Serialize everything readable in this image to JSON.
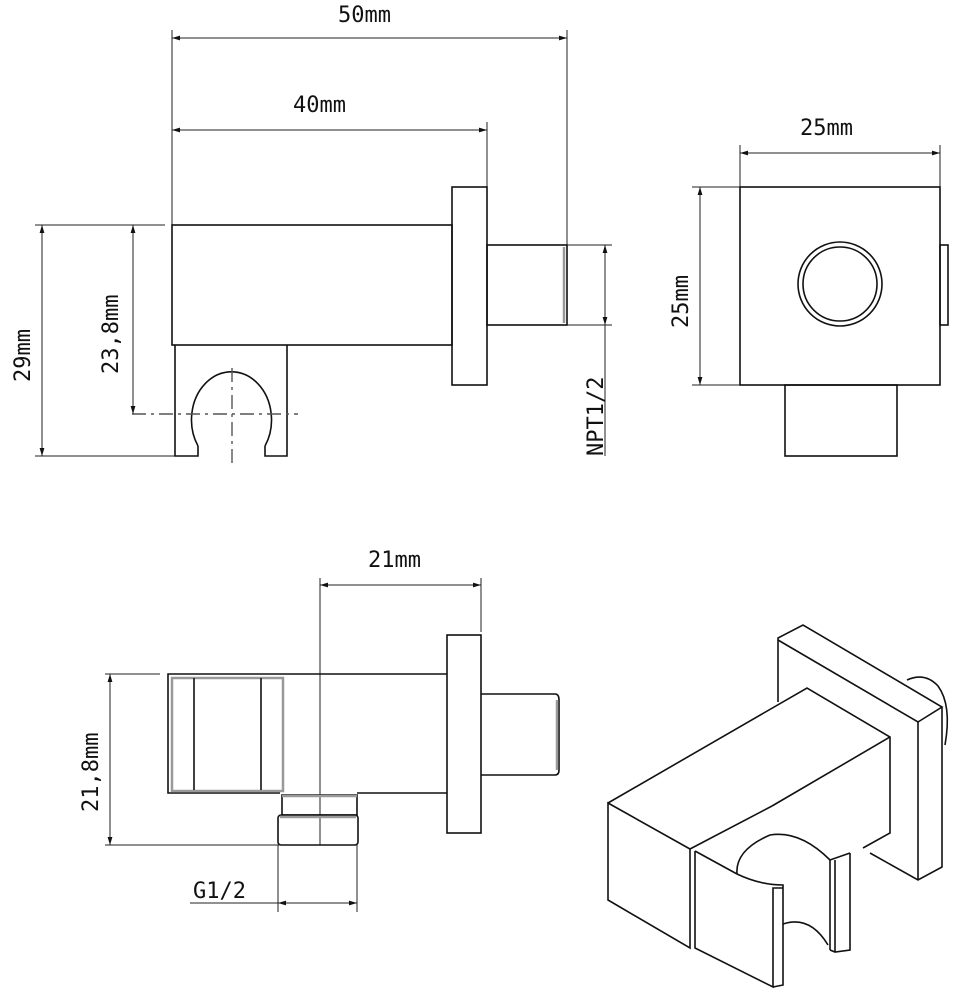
{
  "views": {
    "side_view": {
      "dim_total_length": "50mm",
      "dim_body_length": "40mm",
      "dim_total_height": "29mm",
      "dim_axis_height": "23,8mm",
      "thread_label": "NPT1/2"
    },
    "front_view": {
      "dim_width": "25mm",
      "dim_height": "25mm"
    },
    "bottom_view": {
      "dim_outlet_offset": "21mm",
      "dim_height": "21,8mm",
      "thread_label": "G1/2"
    }
  }
}
